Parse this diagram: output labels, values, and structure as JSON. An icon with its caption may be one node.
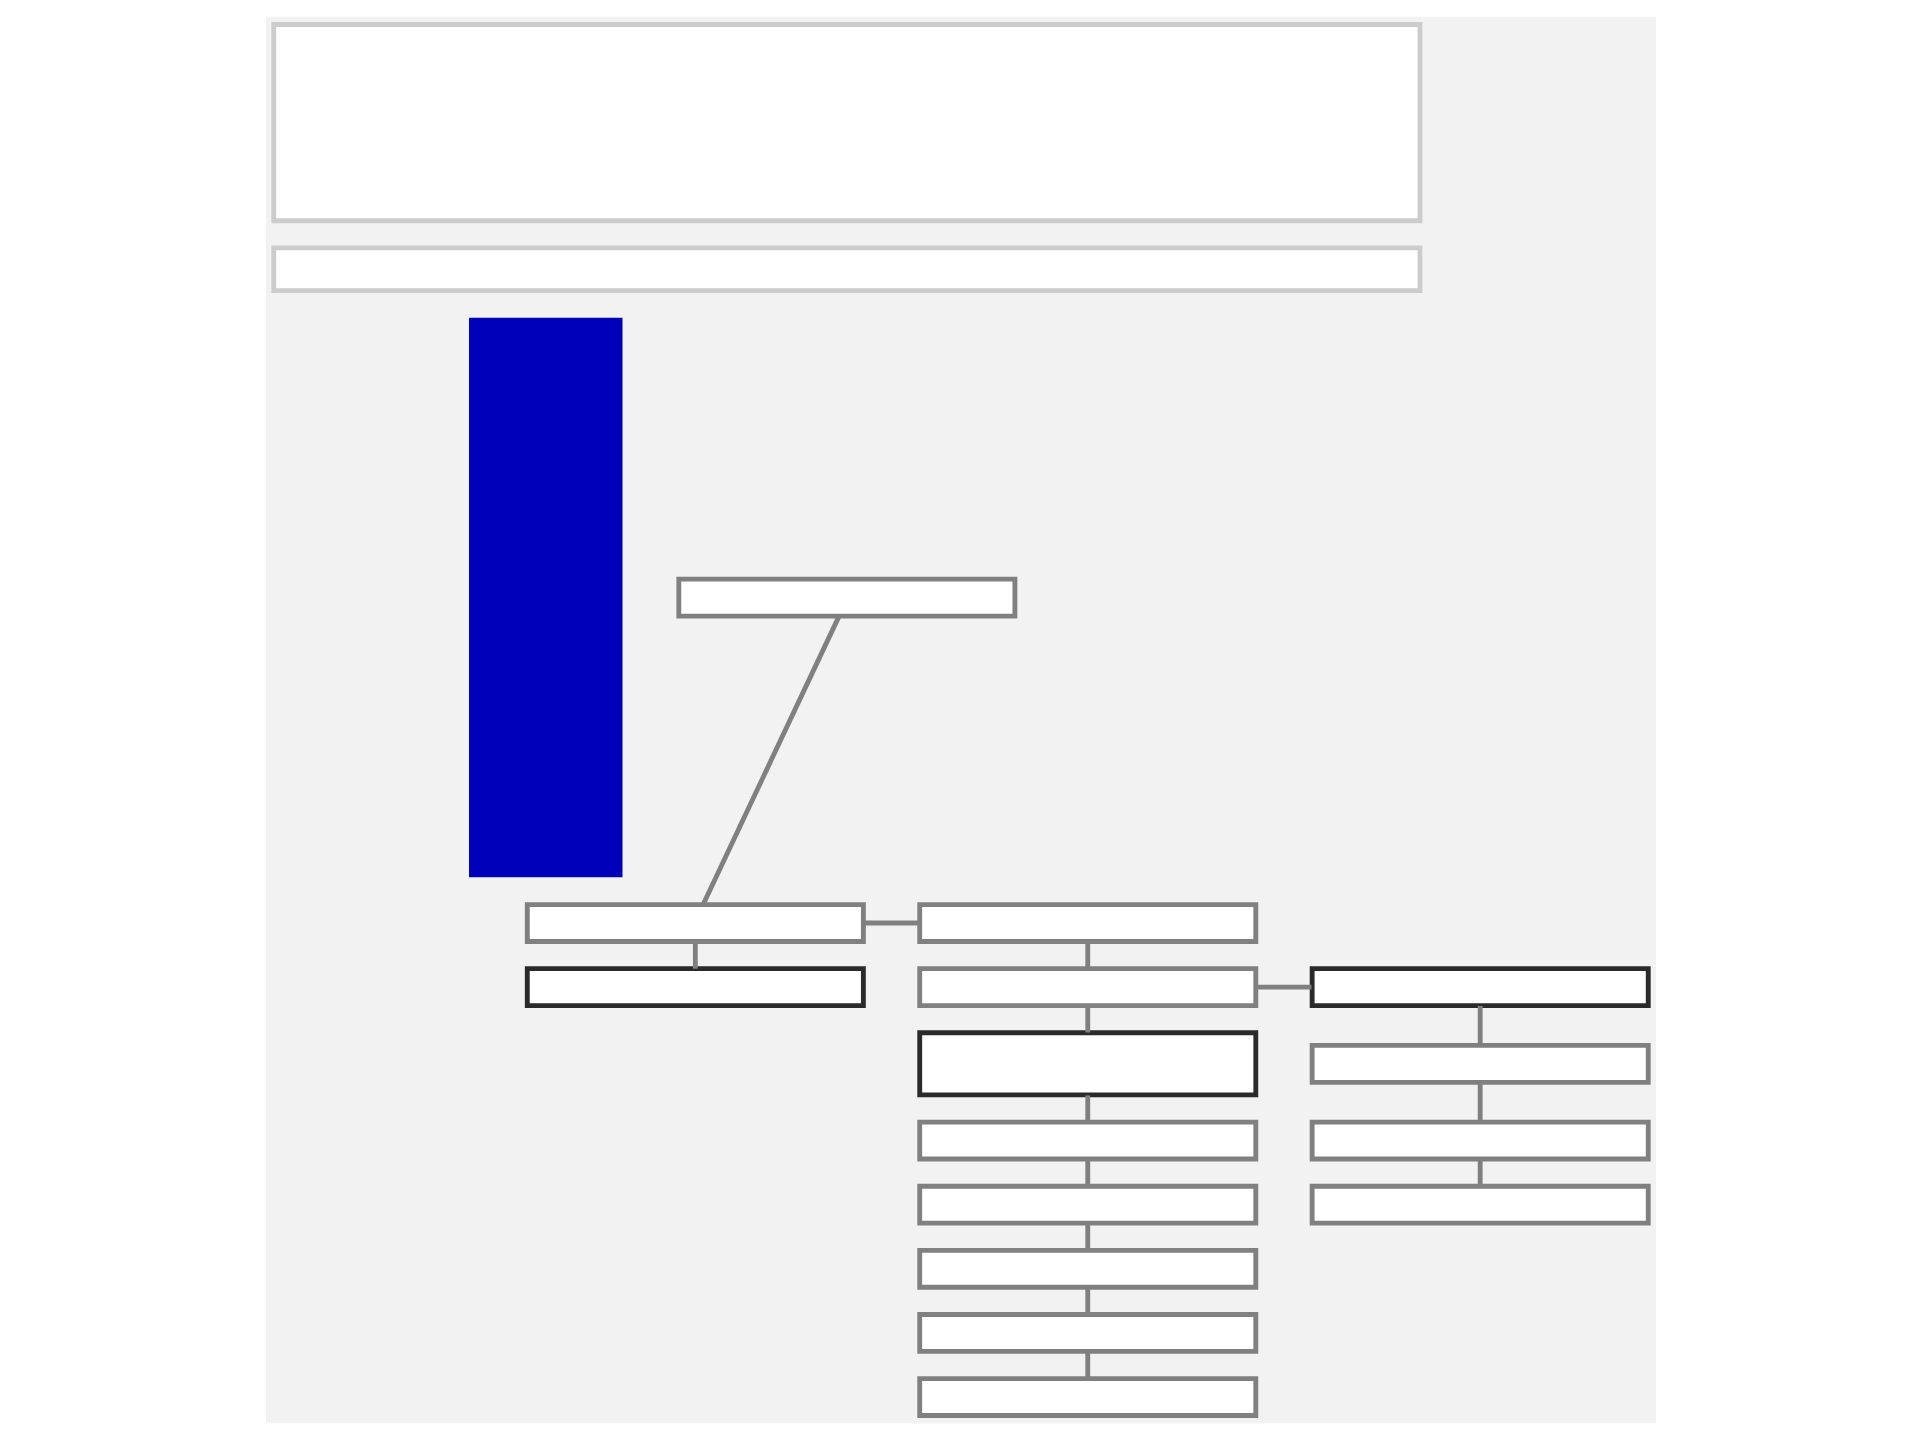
{
  "diagram": {
    "nodes": [
      {
        "text": [],
        "shape": "bar"
      },
      {
        "text": [],
        "shape": "box"
      },
      {
        "text": [],
        "shape": "box"
      },
      {
        "text": [],
        "shape": "box"
      },
      {
        "text": [],
        "shape": "box"
      },
      {
        "text": [],
        "shape": "box"
      },
      {
        "text": [],
        "shape": "box"
      },
      {
        "text": [],
        "shape": "box"
      },
      {
        "text": [],
        "shape": "box"
      },
      {
        "text": [],
        "shape": "box"
      },
      {
        "text": [],
        "shape": "box"
      },
      {
        "text": [],
        "shape": "box"
      },
      {
        "text": [],
        "shape": "box"
      },
      {
        "text": [],
        "shape": "box"
      },
      {
        "text": [],
        "shape": "box"
      },
      {
        "text": [],
        "shape": "box"
      },
      {
        "text": [],
        "shape": "box"
      },
      {
        "text": [],
        "shape": "box"
      }
    ],
    "edges": [
      {
        "from": 3,
        "to": 4,
        "arrow": "none"
      },
      {
        "from": 4,
        "to": 5,
        "arrow": "none"
      },
      {
        "from": 4,
        "to": 6,
        "arrow": "none"
      },
      {
        "from": 6,
        "to": 7,
        "arrow": "none"
      },
      {
        "from": 7,
        "to": 8,
        "arrow": "none"
      },
      {
        "from": 8,
        "to": 9,
        "arrow": "none"
      },
      {
        "from": 9,
        "to": 10,
        "arrow": "none"
      },
      {
        "from": 10,
        "to": 11,
        "arrow": "none"
      },
      {
        "from": 11,
        "to": 12,
        "arrow": "none"
      },
      {
        "from": 12,
        "to": 13,
        "arrow": "none"
      },
      {
        "from": 7,
        "to": 14,
        "arrow": "none"
      },
      {
        "from": 14,
        "to": 15,
        "arrow": "none"
      },
      {
        "from": 15,
        "to": 16,
        "arrow": "none"
      },
      {
        "from": 16,
        "to": 17,
        "arrow": "none"
      }
    ]
  }
}
